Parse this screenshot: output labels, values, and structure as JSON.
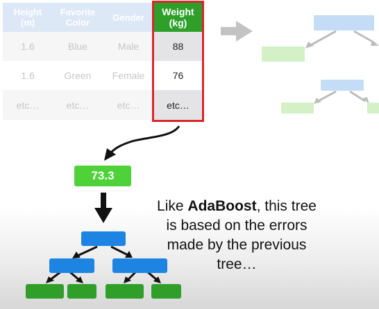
{
  "table": {
    "headers": [
      "Height\n(m)",
      "Favorite\nColor",
      "Gender",
      "Weight\n(kg)"
    ],
    "rows": [
      [
        "1.6",
        "Blue",
        "Male",
        "88"
      ],
      [
        "1.6",
        "Green",
        "Female",
        "76"
      ],
      [
        "etc…",
        "etc…",
        "etc…",
        "etc…"
      ]
    ]
  },
  "leaf_value": "73.3",
  "caption": {
    "prefix": "Like ",
    "highlight": "AdaBoost",
    "line1_rest": ", this tree",
    "line2": "is based on the errors",
    "line3": "made by the previous",
    "line4": "tree…"
  },
  "colors": {
    "highlight_border": "#d9262b",
    "weight_header": "#2ea02a",
    "tree_node": "#1d84e2",
    "tree_leaf": "#2f9f2a",
    "value_node": "#4fd13a",
    "header_faded": "#dde8f7"
  }
}
